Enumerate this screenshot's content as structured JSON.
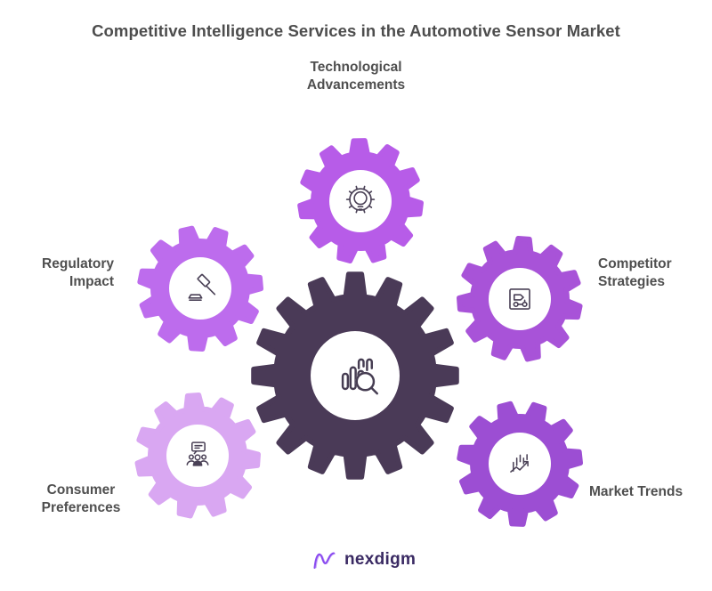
{
  "title": "Competitive Intelligence Services in the Automotive Sensor Market",
  "gears": [
    {
      "id": "technological-advancements",
      "label": "Technological\nAdvancements",
      "color": "#b75ce8",
      "icon": "innovation-gear-bulb"
    },
    {
      "id": "regulatory-impact",
      "label": "Regulatory\nImpact",
      "color": "#bd6ced",
      "icon": "gavel"
    },
    {
      "id": "competitor-strategies",
      "label": "Competitor\nStrategies",
      "color": "#a853d8",
      "icon": "strategy-board"
    },
    {
      "id": "consumer-preferences",
      "label": "Consumer\nPreferences",
      "color": "#d9a7f2",
      "icon": "people-chat"
    },
    {
      "id": "market-trends",
      "label": "Market Trends",
      "color": "#9c4ed3",
      "icon": "trend-arrow"
    },
    {
      "id": "center-hub",
      "label": "",
      "color": "#4a3a57",
      "icon": "analytics-magnifier"
    }
  ],
  "colors": {
    "icon_stroke": "#4a4156",
    "title_text": "#4d4d4d",
    "label_text": "#4f4f4f",
    "logo_text": "#3a2a63",
    "logo_mark_dark": "#8a4bf0",
    "logo_mark_light": "#c9aaf7",
    "background": "#ffffff"
  },
  "logo": {
    "text": "nexdigm"
  }
}
